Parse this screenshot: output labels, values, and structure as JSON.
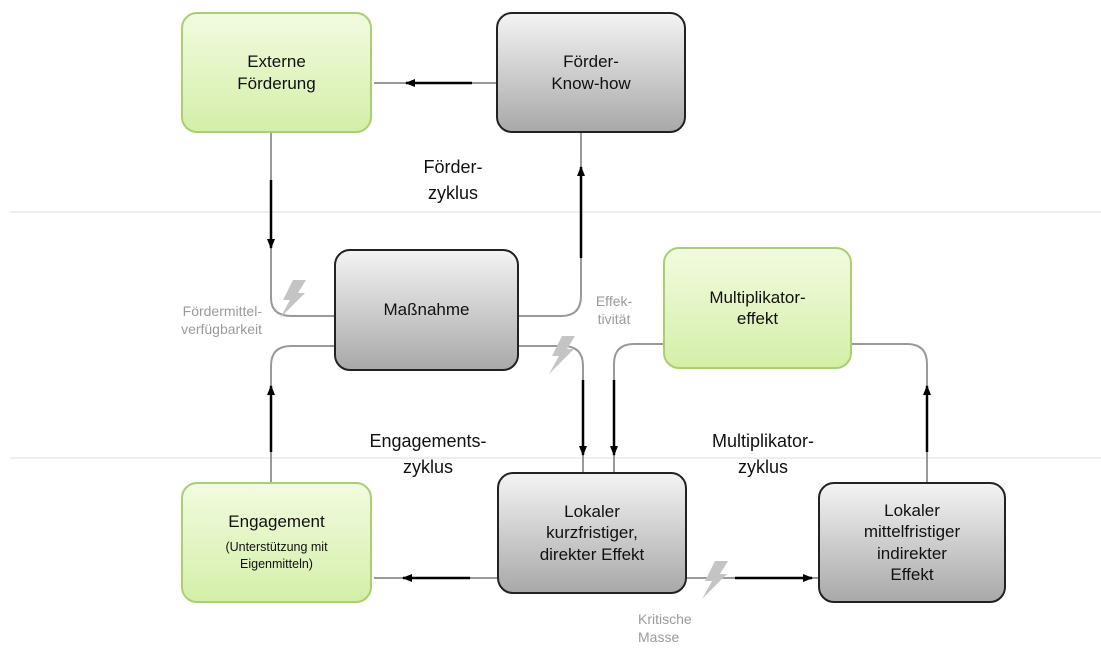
{
  "nodes": {
    "externe_foerderung": {
      "lines": [
        "Externe",
        "Förderung"
      ]
    },
    "foerder_know_how": {
      "lines": [
        "Förder-",
        "Know-how"
      ]
    },
    "massnahme": {
      "lines": [
        "Maßnahme"
      ]
    },
    "multiplikatoreffekt": {
      "lines": [
        "Multiplikator-",
        "effekt"
      ]
    },
    "engagement": {
      "title": "Engagement",
      "sub_lines": [
        "(Unterstützung mit",
        "Eigenmitteln)"
      ]
    },
    "lokaler_kurzfristiger": {
      "lines": [
        "Lokaler",
        "kurzfristiger,",
        "direkter Effekt"
      ]
    },
    "lokaler_mittelfristiger": {
      "lines": [
        "Lokaler",
        "mittelfristiger",
        "indirekter",
        "Effekt"
      ]
    }
  },
  "cycles": {
    "foerderzyklus": [
      "Förder-",
      "zyklus"
    ],
    "engagementszyklus": [
      "Engagements-",
      "zyklus"
    ],
    "multiplikatorzyklus": [
      "Multiplikator-",
      "zyklus"
    ]
  },
  "conditions": {
    "foerdermittelverfuegbarkeit": [
      "Fördermittel-",
      "verfügbarkeit"
    ],
    "effektivitaet": [
      "Effek-",
      "tivität"
    ],
    "kritische_masse": [
      "Kritische",
      "Masse"
    ]
  },
  "colors": {
    "green_fill": "#d4efa8",
    "green_border": "#a9cf72",
    "gray_fill": "#a9a9a9",
    "gray_border": "#222222",
    "connector": "#999999",
    "arrow": "#000000",
    "lightning": "#c4c4c4",
    "separator": "#dddddd"
  },
  "icons": [
    "lightning-icon"
  ]
}
